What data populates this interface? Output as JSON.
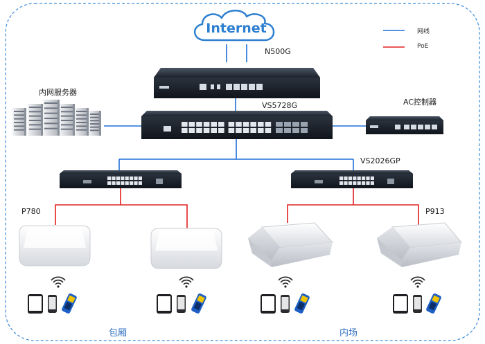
{
  "cloud": {
    "label": "Internet"
  },
  "legend": {
    "items": [
      {
        "label": "网线",
        "color": "#1f6fd6"
      },
      {
        "label": "PoE",
        "color": "#e02020"
      }
    ]
  },
  "devices": {
    "router": {
      "label": "N500G"
    },
    "core_switch": {
      "label": "VS5728G"
    },
    "server": {
      "label": "内网服务器"
    },
    "ac_controller": {
      "label": "AC控制器"
    },
    "access_switch": {
      "label": "VS2026GP"
    },
    "ap_left": {
      "label": "P780"
    },
    "ap_right": {
      "label": "P913"
    }
  },
  "zones": {
    "left": {
      "label": "包厢"
    },
    "right": {
      "label": "内场"
    }
  },
  "colors": {
    "ethernet": "#1f6fd6",
    "poe": "#e02020",
    "frame_border": "#3c8ad8",
    "zone_text": "#2f6fc0",
    "device_dark": "#222a35",
    "cloud_outline": "#2d7fd0"
  }
}
